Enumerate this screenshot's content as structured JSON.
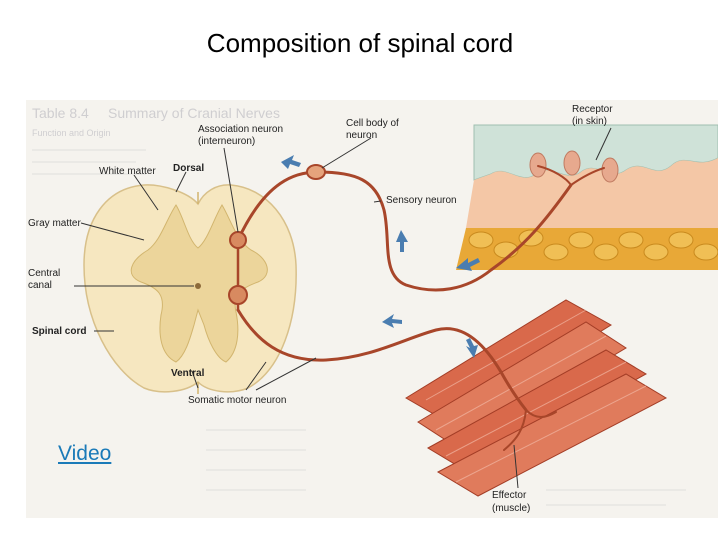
{
  "slide": {
    "title": "Composition of spinal cord",
    "video_link": "Video"
  },
  "diagram": {
    "labels": {
      "association_neuron": [
        "Association neuron",
        "(interneuron)"
      ],
      "cell_body": [
        "Cell body of",
        "neuron"
      ],
      "receptor": [
        "Receptor",
        "(in skin)"
      ],
      "white_matter": "White matter",
      "dorsal": "Dorsal",
      "sensory_neuron": "Sensory neuron",
      "gray_matter": "Gray matter",
      "central_canal": [
        "Central",
        "canal"
      ],
      "spinal_cord": "Spinal cord",
      "ventral": "Ventral",
      "somatic_motor_neuron": "Somatic motor neuron",
      "effector": [
        "Effector",
        "(muscle)"
      ]
    },
    "background_text": [
      "Table 8.4",
      "Summary of Cranial Nerves",
      "Function and Origin"
    ],
    "colors": {
      "neuron": "#a8462a",
      "white_matter": "#f6e7c0",
      "gray_matter": "#ecd59b",
      "skin": "#f4c7a6",
      "fat": "#e8a837",
      "muscle": "#d9694b",
      "arrow": "#4a7db0"
    }
  }
}
